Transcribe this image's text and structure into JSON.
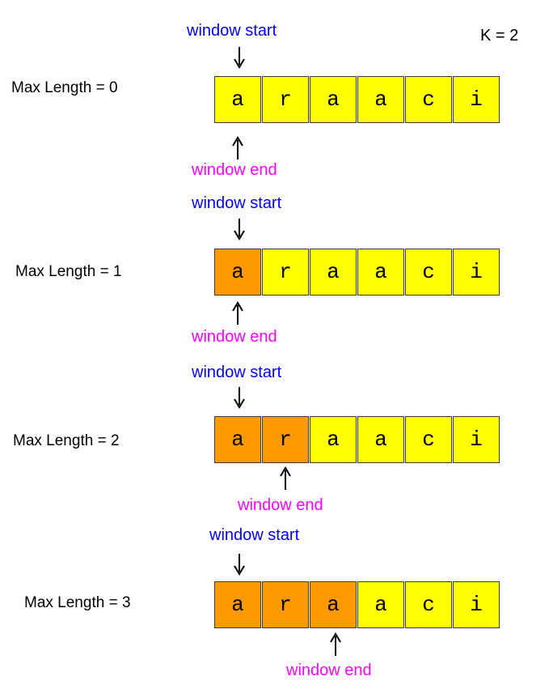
{
  "k_label": "K = 2",
  "colors": {
    "cell_default": "#ffff00",
    "cell_in_window": "#ff9900",
    "window_start_text": "#0000ff",
    "window_end_text": "#ff00ff",
    "arrow": "#000000"
  },
  "steps": [
    {
      "max_length_label": "Max Length = 0",
      "window_start_label": "window start",
      "window_end_label": "window end",
      "window_start_index": 0,
      "window_end_index": 0,
      "highlighted_count": 0,
      "cells": [
        "a",
        "r",
        "a",
        "a",
        "c",
        "i"
      ]
    },
    {
      "max_length_label": "Max Length = 1",
      "window_start_label": "window start",
      "window_end_label": "window end",
      "window_start_index": 0,
      "window_end_index": 0,
      "highlighted_count": 1,
      "cells": [
        "a",
        "r",
        "a",
        "a",
        "c",
        "i"
      ]
    },
    {
      "max_length_label": "Max Length = 2",
      "window_start_label": "window start",
      "window_end_label": "window end",
      "window_start_index": 0,
      "window_end_index": 1,
      "highlighted_count": 2,
      "cells": [
        "a",
        "r",
        "a",
        "a",
        "c",
        "i"
      ]
    },
    {
      "max_length_label": "Max Length = 3",
      "window_start_label": "window start",
      "window_end_label": "window end",
      "window_start_index": 0,
      "window_end_index": 2,
      "highlighted_count": 3,
      "cells": [
        "a",
        "r",
        "a",
        "a",
        "c",
        "i"
      ]
    }
  ]
}
